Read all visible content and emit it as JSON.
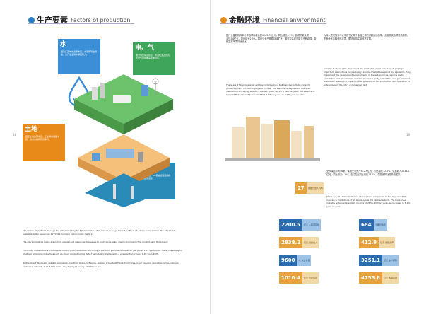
{
  "left": {
    "title_zh": "生产要素",
    "title_en": "Factors of production",
    "water": {
      "head": "水",
      "body": "澜沧江流域水资源丰富，水库群联合调度，生产生活用水保障有力。"
    },
    "power": {
      "head": "电、气",
      "body": "电力供应充足稳定，清洁能源占比高；天然气管网覆盖主要园区。"
    },
    "land": {
      "head": "土地",
      "body": "园区土地资源充足，工业用地储备丰富，供地价格具有竞争力。"
    },
    "telecom": {
      "head": "通讯",
      "body": "光纤宽带网络全覆盖，5G基站建设加快推进，信息基础设施完善。"
    },
    "para1": "The Yellow River flows through the entire territory for 108 kilometers.The annual average transit traffic is 31 billion cubic meters.The city's total available water resources 2515Tota hundred million cubic meters.",
    "para2": "The city's industrial parks are rich in usable land resources.Possesses to build large-scale chemical industry.The conditions of the project.",
    "para3": "Electricity implements a multilateral trading policy.Industrial electricity price: 0.43 yuan/KWH.Industrial gas price: 1.54 yuan/cubic meter.Especially for strategic emerging industries such as cloud computing big data.The industry implements a preferential price of 0.26 yuan/KWH.",
    "para4": "Built a direct fiber optic cable transmission line from Ordos to Beijing, opened a bandwidth link from three major telecom operators to the national backbone network, built 3,800 racks, and deployed nearly 20,000 servers.",
    "page_no": "18"
  },
  "right": {
    "title_zh": "金融环境",
    "title_en": "Financial environment",
    "zh1": "银行业金融机构本外币各项存款余额6043.75亿元，同比增长9.5%；各项贷款余额4753.8亿元，同比增长2.3%。银行业资产规模持续扩大，服务实体经济能力不断增强，金融生态环境持续优化。",
    "zh2": "为深入贯彻落实习近平总书记关于金融工作的重要论述精神，全面落实各项决策部署，不断优化金融营商环境，更好支持实体经济发展。",
    "en1": "There are 27 banking legal entities in Ordos City, 684 banking outlets under its jurisdiction and 18,000 employees in total. The balance of deposits of financial institutions in the city is 6043.75 billion yuan, up 9.5% year-on-year; the balance of loans of financial institutions is 4753.8 billion yuan, up 2.3% year-on-year.",
    "en2": "In order to thoroughly implement the spirit of General Secretary Xi Jinping's important instructions on resolutely winning the battle against the epidemic, fully implement the deployment requirements of the autonomous region's party committee and government and the municipal party committee and government, effectively reduce the impact of the epidemic on the production and operation of enterprises in the city's commercial field.",
    "zh3": "全市保险公司46家，保险业总资产412.9亿元，同比增长12.6%；保费收入2838.2亿元，同比增长8.1%；赔付支出同比增长18.2%，保险保障功能持续发挥。",
    "en3": "There are 46 central branches of insurance companies in the city, and 980 insurance institutions at all levels below the central branch. The insurance industry achieved premium income of 2838.2 billion yuan, an increase of 8.1% year-on-year.",
    "stats": [
      {
        "num": "27",
        "label": "家银行法人机构"
      },
      {
        "num": "2200.5",
        "label": "亿元 人民币存款"
      },
      {
        "num": "684",
        "label": "个银行网点"
      },
      {
        "num": "2838.2",
        "label": "亿元 保费收入"
      },
      {
        "num": "412.9",
        "label": "亿元 保险资产"
      },
      {
        "num": "9600",
        "label": "人 从业人员"
      },
      {
        "num": "3251.1",
        "label": "亿元 住户存款"
      },
      {
        "num": "1010.4",
        "label": "亿元 住户贷款"
      },
      {
        "num": "4753.8",
        "label": "亿元 各项贷款"
      }
    ],
    "page_no": "19"
  }
}
